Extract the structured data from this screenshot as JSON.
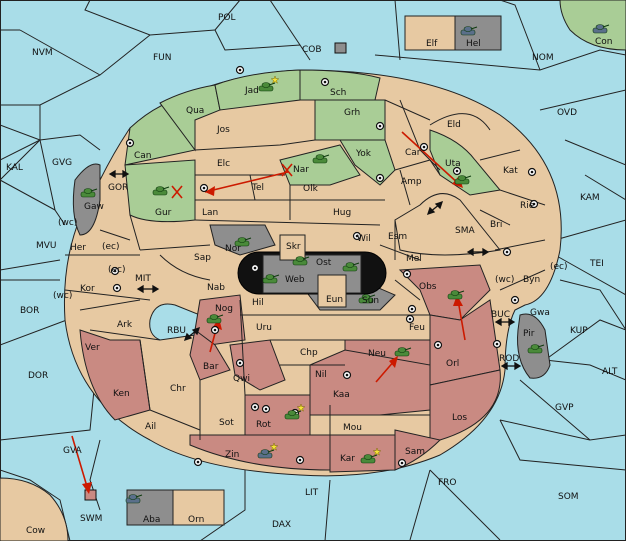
{
  "colors": {
    "sea": "#a9dde8",
    "neutral": "#e7c9a2",
    "green_power": "#a9cd96",
    "red_power": "#c98a82",
    "grey_power": "#8e8e8e",
    "move_arrow": "#cc1a00"
  },
  "icons": {
    "unit": "tank-icon",
    "supply": "supply-center-icon",
    "attack": "red-x-icon",
    "star": "yellow-star-icon"
  },
  "labels": {
    "POL": "POL",
    "NVM": "NVM",
    "FUN": "FUN",
    "COB": "COB",
    "NOM": "NOM",
    "OVD": "OVD",
    "KAL": "KAL",
    "GVG": "GVG",
    "KAM": "KAM",
    "TEI": "TEI",
    "MVU": "MVU",
    "BOR": "BOR",
    "DOR": "DOR",
    "KUP": "KUP",
    "ALT": "ALT",
    "GVP": "GVP",
    "SOM": "SOM",
    "FRO": "FRO",
    "LIT": "LIT",
    "DAX": "DAX",
    "GVA": "GVA",
    "SWM": "SWM",
    "Cow": "Cow",
    "Con": "Con",
    "Elf": "Elf",
    "Hel": "Hel",
    "Aba": "Aba",
    "Orn": "Orn",
    "Jad": "Jad",
    "Sch": "Sch",
    "Qua": "Qua",
    "Grh": "Grh",
    "Eld": "Eld",
    "Jos": "Jos",
    "Can": "Can",
    "Elc": "Elc",
    "Yok": "Yok",
    "Car": "Car",
    "Uta": "Uta",
    "Nar": "Nar",
    "Kat": "Kat",
    "Amp": "Amp",
    "GOR": "GOR",
    "Gaw": "Gaw",
    "Gur": "Gur",
    "Tel": "Tel",
    "Olk": "Olk",
    "Rie": "Rie",
    "Lan": "Lan",
    "Hug": "Hug",
    "SMA": "SMA",
    "Bri": "Bri",
    "wc1": "(wc)",
    "Wil": "Wil",
    "Esm": "Esm",
    "Her": "Her",
    "ec1": "(ec)",
    "Nor": "Nor",
    "Skr": "Skr",
    "Ost": "Ost",
    "Mel": "Mel",
    "ec2": "(ec)",
    "Sap": "Sap",
    "Web": "Web",
    "wc2": "(wc)",
    "Byn": "Byn",
    "ec3": "(ec)",
    "MIT": "MIT",
    "Kor": "Kor",
    "Nab": "Nab",
    "Obs": "Obs",
    "wc3": "(wc)",
    "Gwa": "Gwa",
    "Eun": "Eun",
    "Sun": "Sun",
    "Hil": "Hil",
    "Nog": "Nog",
    "BUC": "BUC",
    "Ark": "Ark",
    "RBU": "RBU",
    "Uru": "Uru",
    "Feu": "Feu",
    "Pir": "Pir",
    "Ver": "Ver",
    "Chp": "Chp",
    "Neu": "Neu",
    "Orl": "Orl",
    "ROD": "ROD",
    "Bar": "Bar",
    "Qwi": "Qwi",
    "Nil": "Nil",
    "Ken": "Ken",
    "Chr": "Chr",
    "Kaa": "Kaa",
    "Los": "Los",
    "Rot": "Rot",
    "Ail": "Ail",
    "Sot": "Sot",
    "Mou": "Mou",
    "Zin": "Zin",
    "Sam": "Sam",
    "Kar": "Kar"
  }
}
